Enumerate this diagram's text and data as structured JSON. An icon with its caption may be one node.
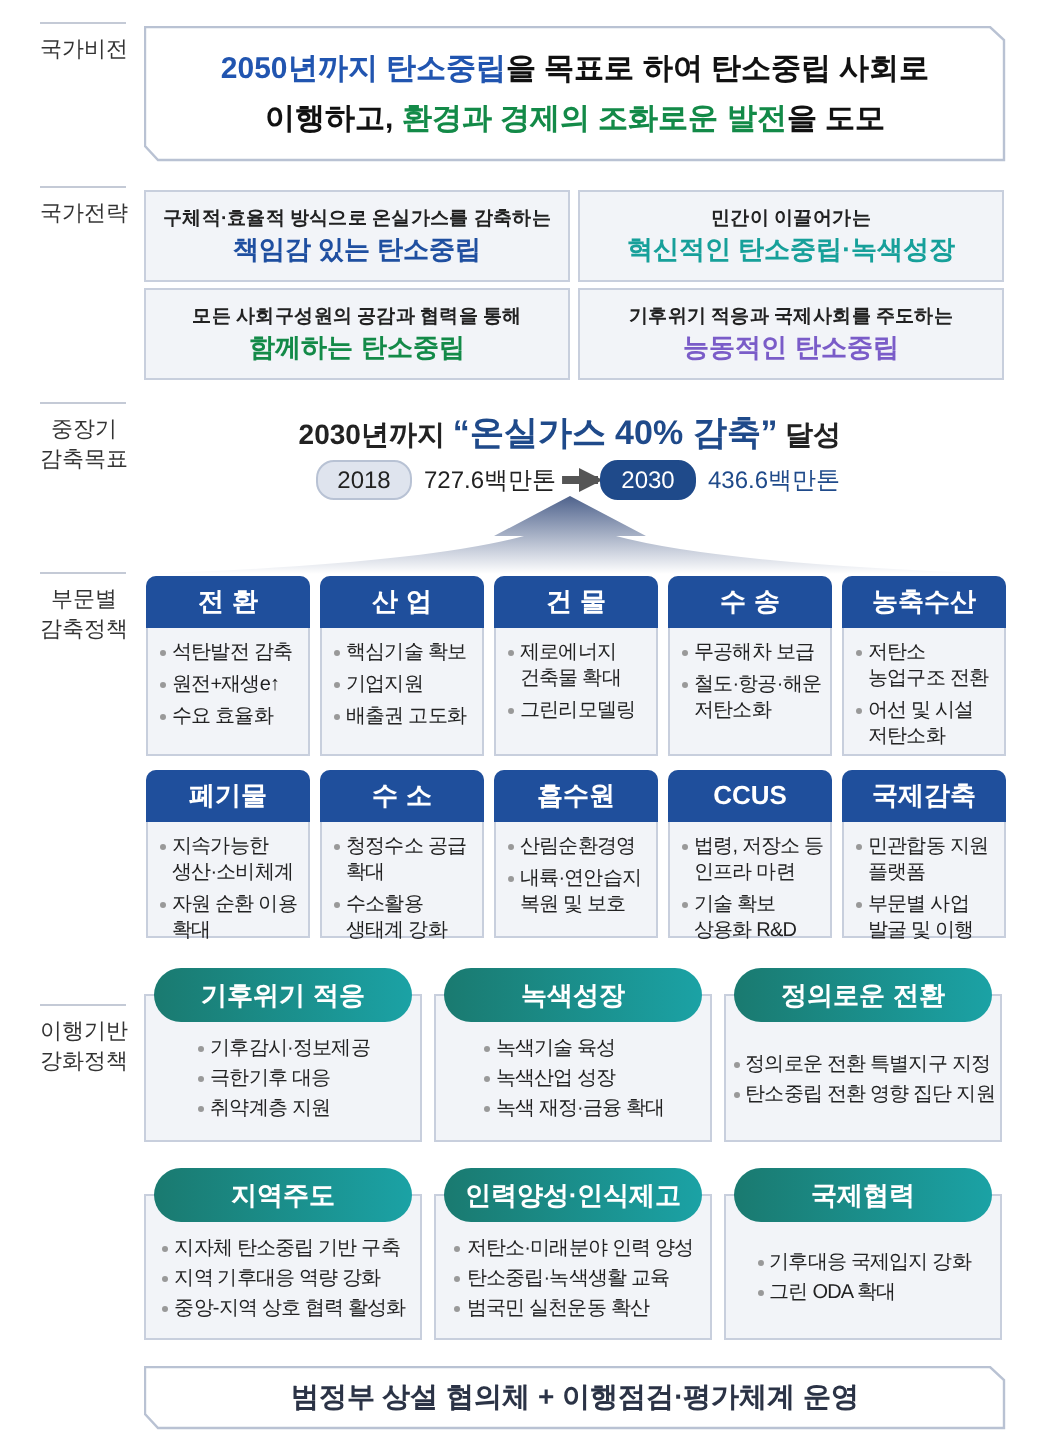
{
  "diagram": {
    "nodes": [
      {
        "text": [
          "**2050년까지 탄소중립**을 목표로 하여 탄소중립 사회로 이행하고, **환경과 경제의 조화로운 발전**을 도모"
        ]
      },
      {
        "text": [
          "구체적·효율적 방식으로 온실가스를 감축하는",
          "책임감 있는 탄소중립"
        ]
      },
      {
        "text": [
          "민간이 이끌어가는",
          "혁신적인 탄소중립·녹색성장"
        ]
      },
      {
        "text": [
          "모든 사회구성원의 공감과 협력을 통해",
          "함께하는 탄소중립"
        ]
      },
      {
        "text": [
          "기후위기 적응과 국제사회를 주도하는",
          "능동적인 탄소중립"
        ]
      },
      {
        "text": [
          "2018"
        ],
        "beside": [
          "727.6백만톤"
        ]
      },
      {
        "text": [
          "2030"
        ],
        "beside": [
          "436.6백만톤"
        ]
      },
      {
        "text": [
          "전 환",
          "석탄발전 감축",
          "원전+재생e↑",
          "수요 효율화"
        ]
      },
      {
        "text": [
          "산 업",
          "핵심기술 확보",
          "기업지원",
          "배출권 고도화"
        ]
      },
      {
        "text": [
          "건 물",
          "제로에너지 건축물 확대",
          "그린리모델링"
        ]
      },
      {
        "text": [
          "수 송",
          "무공해차 보급",
          "철도·항공·해운 저탄소화"
        ]
      },
      {
        "text": [
          "농축수산",
          "저탄소 농업구조 전환",
          "어선 및 시설 저탄소화"
        ]
      },
      {
        "text": [
          "폐기물",
          "지속가능한 생산·소비체계",
          "자원 순환 이용 확대"
        ]
      },
      {
        "text": [
          "수 소",
          "청정수소 공급 확대",
          "수소활용 생태계 강화"
        ]
      },
      {
        "text": [
          "흡수원",
          "산림순환경영",
          "내륙·연안습지 복원 및 보호"
        ]
      },
      {
        "text": [
          "CCUS",
          "법령, 저장소 등 인프라 마련",
          "기술 확보 상용화 R&D"
        ]
      },
      {
        "text": [
          "국제감축",
          "민관합동 지원 플랫폼",
          "부문별 사업 발굴 및 이행"
        ]
      },
      {
        "text": [
          "기후위기 적응",
          "기후감시·정보제공",
          "극한기후 대응",
          "취약계층 지원"
        ]
      },
      {
        "text": [
          "녹색성장",
          "녹색기술 육성",
          "녹색산업 성장",
          "녹색 재정·금융 확대"
        ]
      },
      {
        "text": [
          "정의로운 전환",
          "정의로운 전환 특별지구 지정",
          "탄소중립 전환 영향 집단 지원"
        ]
      },
      {
        "text": [
          "지역주도",
          "지자체 탄소중립 기반 구축",
          "지역 기후대응 역량 강화",
          "중앙-지역 상호 협력 활성화"
        ]
      },
      {
        "text": [
          "인력양성·인식제고",
          "저탄소·미래분야 인력 양성",
          "탄소중립·녹색생활 교육",
          "범국민 실천운동 확산"
        ]
      },
      {
        "text": [
          "국제협력",
          "기후대응 국제입지 강화",
          "그린 ODA 확대"
        ]
      },
      {
        "text": [
          "범정부 상설 협의체 + 이행점검·평가체계 운영"
        ]
      }
    ],
    "edges": [
      {
        "from": 5,
        "to": 6,
        "arrow": "to"
      }
    ],
    "labels": [
      "국가비전",
      "국가전략",
      "중장기 감축목표",
      "2030년까지 **“온실가스 40% 감축”** 달성",
      "부문별 감축정책",
      "이행기반 강화정책"
    ]
  }
}
